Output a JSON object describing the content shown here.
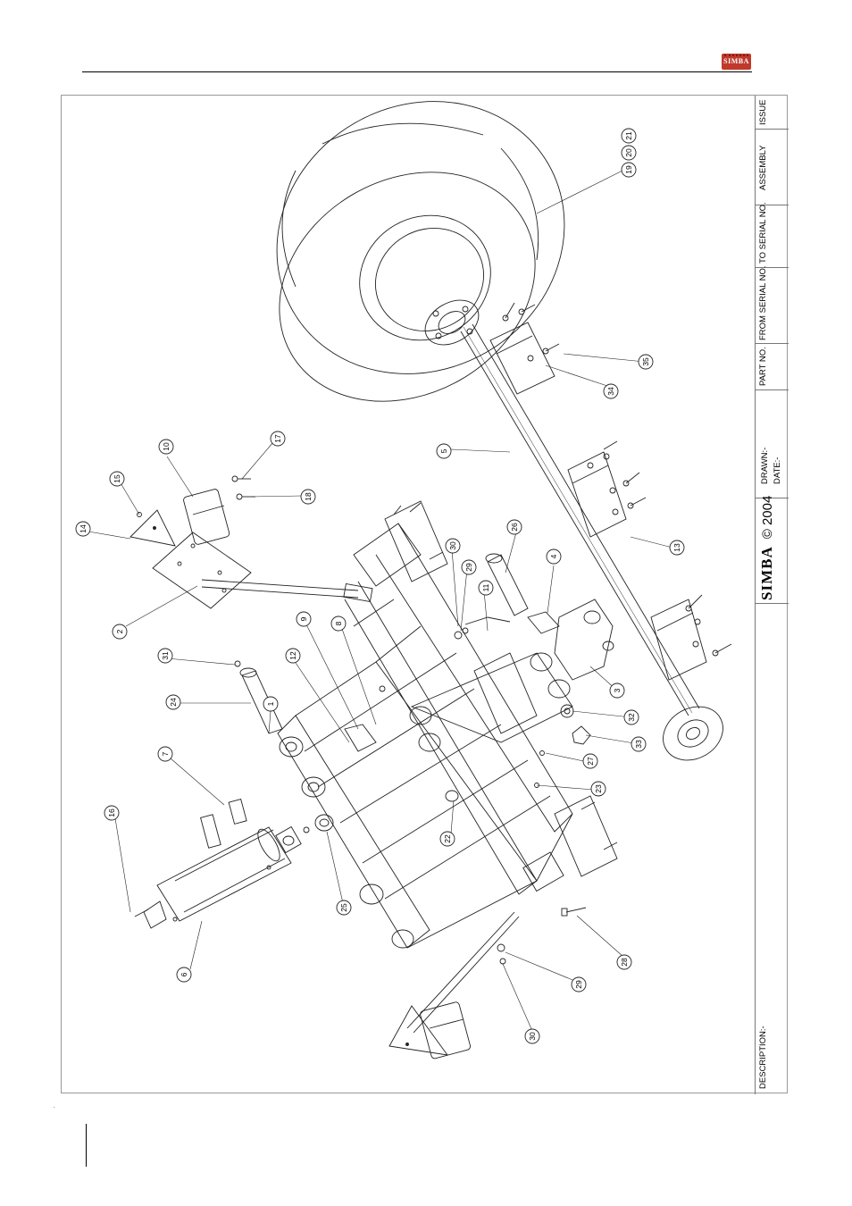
{
  "header": {
    "logo_text": "SIMBA"
  },
  "title_block": {
    "issue_label": "ISSUE",
    "assembly_label": "ASSEMBLY",
    "to_serial_label": "TO SERIAL NO.",
    "from_serial_label": "FROM SERIAL NO.",
    "part_no_label": "PART NO.",
    "drawn_label": "DRAWN:-",
    "date_label": "DATE:-",
    "logo_brand": "SIMBA",
    "logo_year": "© 2004",
    "description_label": "DESCRIPTION:-"
  },
  "footer": {
    "page_mark": "."
  },
  "callouts": [
    "1",
    "2",
    "3",
    "4",
    "5",
    "6",
    "7",
    "8",
    "9",
    "10",
    "11",
    "12",
    "13",
    "14",
    "15",
    "16",
    "17",
    "18",
    "19",
    "20",
    "21",
    "22",
    "23",
    "24",
    "25",
    "26",
    "27",
    "28",
    "29",
    "29",
    "30",
    "30",
    "31",
    "32",
    "33",
    "34",
    "35"
  ]
}
